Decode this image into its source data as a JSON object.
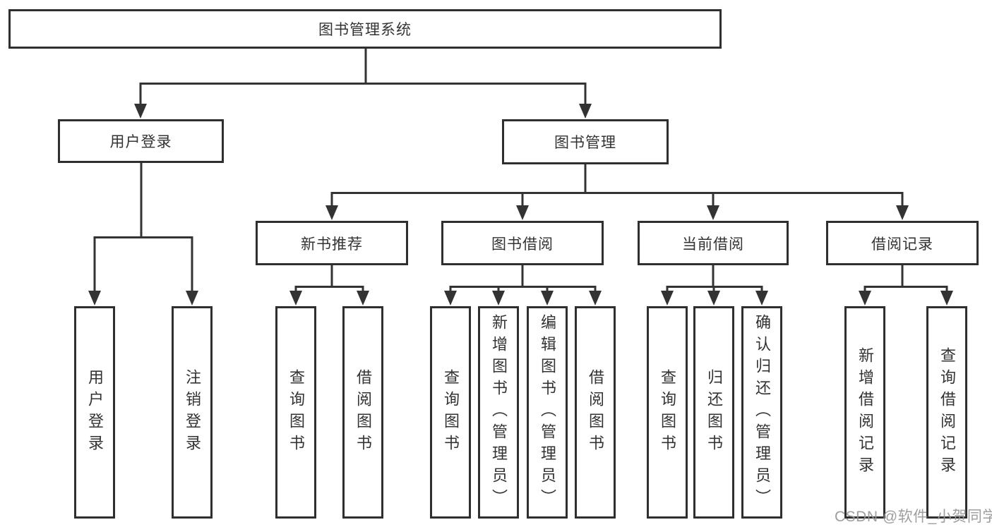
{
  "tree": {
    "root": {
      "label": "图书管理系统"
    },
    "branches": [
      {
        "label": "用户登录",
        "leaves": [
          "用户登录",
          "注销登录"
        ]
      },
      {
        "label": "图书管理",
        "children": [
          {
            "label": "新书推荐",
            "leaves": [
              "查询图书",
              "借阅图书"
            ]
          },
          {
            "label": "图书借阅",
            "leaves": [
              "查询图书",
              "新增图书（管理员）",
              "编辑图书（管理员）",
              "借阅图书"
            ]
          },
          {
            "label": "当前借阅",
            "leaves": [
              "查询图书",
              "归还图书",
              "确认归还（管理员）"
            ]
          },
          {
            "label": "借阅记录",
            "leaves": [
              "新增借阅记录",
              "查询借阅记录"
            ]
          }
        ]
      }
    ]
  },
  "watermark": {
    "text": "CSDN @软件_小贺同学"
  },
  "colors": {
    "line": "#333333",
    "box_border": "#2f2f2f",
    "text": "#333333",
    "watermark": "#969696"
  }
}
